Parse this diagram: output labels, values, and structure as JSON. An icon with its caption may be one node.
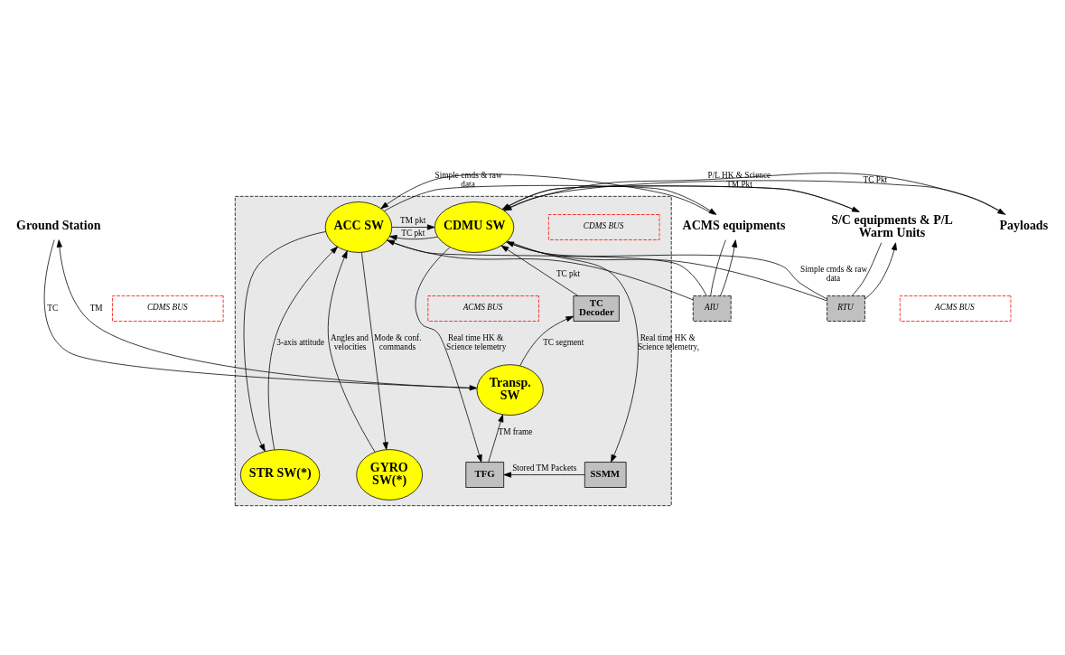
{
  "diagram": {
    "nodes": [
      {
        "text": [
          "Ground Station"
        ]
      },
      {
        "text": [
          "Payloads"
        ]
      },
      {
        "text": [
          "S/C equipments & P/L Warm Units"
        ]
      },
      {
        "text": [
          "ACMS equipments"
        ]
      },
      {
        "text": [
          "CDMS BUS"
        ]
      },
      {
        "text": [
          "RTU"
        ]
      },
      {
        "text": [
          "ACMS BUS"
        ]
      },
      {
        "text": [
          "AIU"
        ]
      },
      {
        "text": [],
        "shape": "box"
      },
      {
        "text": [
          "CDMU SW"
        ],
        "in": 8
      },
      {
        "text": [
          "CDMS BUS"
        ],
        "in": 8
      },
      {
        "text": [
          "ACC SW"
        ],
        "in": 8
      },
      {
        "text": [
          "TC Decoder"
        ],
        "in": 8
      },
      {
        "text": [
          "Transp. SW"
        ],
        "in": 8
      },
      {
        "text": [
          "TFG"
        ],
        "in": 8
      },
      {
        "text": [
          "SSMM"
        ],
        "in": 8
      },
      {
        "text": [
          "ACMS BUS"
        ],
        "in": 8
      },
      {
        "text": [
          "GYRO SW(*)"
        ],
        "in": 8
      },
      {
        "text": [
          "STR SW(*)"
        ],
        "in": 8
      }
    ],
    "edges": [
      {
        "from": 0,
        "to": 13,
        "arrow": "to",
        "label": "TC"
      },
      {
        "from": 13,
        "to": 0,
        "arrow": "to",
        "label": "TM"
      },
      {
        "from": 13,
        "to": 12,
        "arrow": "to",
        "label": "TC segment"
      },
      {
        "from": 12,
        "to": 9,
        "arrow": "to",
        "label": "TC pkt"
      },
      {
        "from": 1,
        "to": 9,
        "arrow": "to",
        "label": "P/L HK & Science TM Pkt"
      },
      {
        "from": 9,
        "to": 1,
        "arrow": "to",
        "label": "TC Pkt"
      },
      {
        "from": 9,
        "to": 2,
        "arrow": "to"
      },
      {
        "from": 2,
        "to": 9,
        "arrow": "to"
      },
      {
        "from": 9,
        "to": 5,
        "arrow": "none",
        "label": "Simple cmds & raw data"
      },
      {
        "from": 5,
        "to": 2,
        "arrow": "to"
      },
      {
        "from": 2,
        "to": 5,
        "arrow": "none"
      },
      {
        "from": 5,
        "to": 9,
        "arrow": "to"
      },
      {
        "from": 11,
        "to": 3,
        "arrow": "to"
      },
      {
        "from": 3,
        "to": 11,
        "arrow": "to",
        "label": "Simple cmds & raw data"
      },
      {
        "from": 11,
        "to": 7,
        "arrow": "none"
      },
      {
        "from": 7,
        "to": 3,
        "arrow": "to"
      },
      {
        "from": 3,
        "to": 7,
        "arrow": "none"
      },
      {
        "from": 7,
        "to": 11,
        "arrow": "to"
      },
      {
        "from": 11,
        "to": 9,
        "arrow": "to",
        "label": "TM pkt"
      },
      {
        "from": 9,
        "to": 11,
        "arrow": "to",
        "label": "TC pkt"
      },
      {
        "from": 9,
        "to": 14,
        "arrow": "to",
        "label": "Real time HK & Science telemetry"
      },
      {
        "from": 9,
        "to": 15,
        "arrow": "to",
        "label": "Real time HK & Science telemetry,"
      },
      {
        "from": 15,
        "to": 14,
        "arrow": "to",
        "label": "Stored TM Packets"
      },
      {
        "from": 14,
        "to": 13,
        "arrow": "to",
        "label": "TM frame"
      },
      {
        "from": 17,
        "to": 11,
        "arrow": "to",
        "label": "Angles and velocities"
      },
      {
        "from": 11,
        "to": 17,
        "arrow": "to",
        "label": "Mode & conf. commands"
      },
      {
        "from": 11,
        "to": 18,
        "arrow": "to"
      },
      {
        "from": 18,
        "to": 11,
        "arrow": "to",
        "label": "3-axis attitude"
      }
    ]
  }
}
